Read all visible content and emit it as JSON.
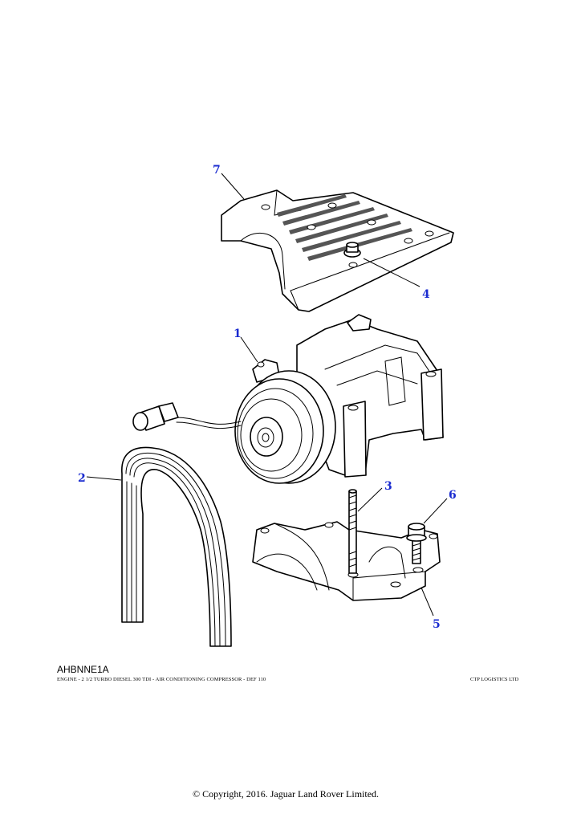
{
  "diagram": {
    "ref_code": "AHBNNE1A",
    "caption": "ENGINE - 2 1/2 TURBO DIESEL 300 TDI - AIR CONDITIONING COMPRESSOR - DEF 110",
    "publisher": "CTP LOGISTICS LTD",
    "copyright": "© Copyright, 2016. Jaguar Land Rover Limited.",
    "callout_color": "#1a2bd0",
    "callouts": {
      "c1": "1",
      "c2": "2",
      "c3": "3",
      "c4": "4",
      "c5": "5",
      "c6": "6",
      "c7": "7"
    }
  }
}
